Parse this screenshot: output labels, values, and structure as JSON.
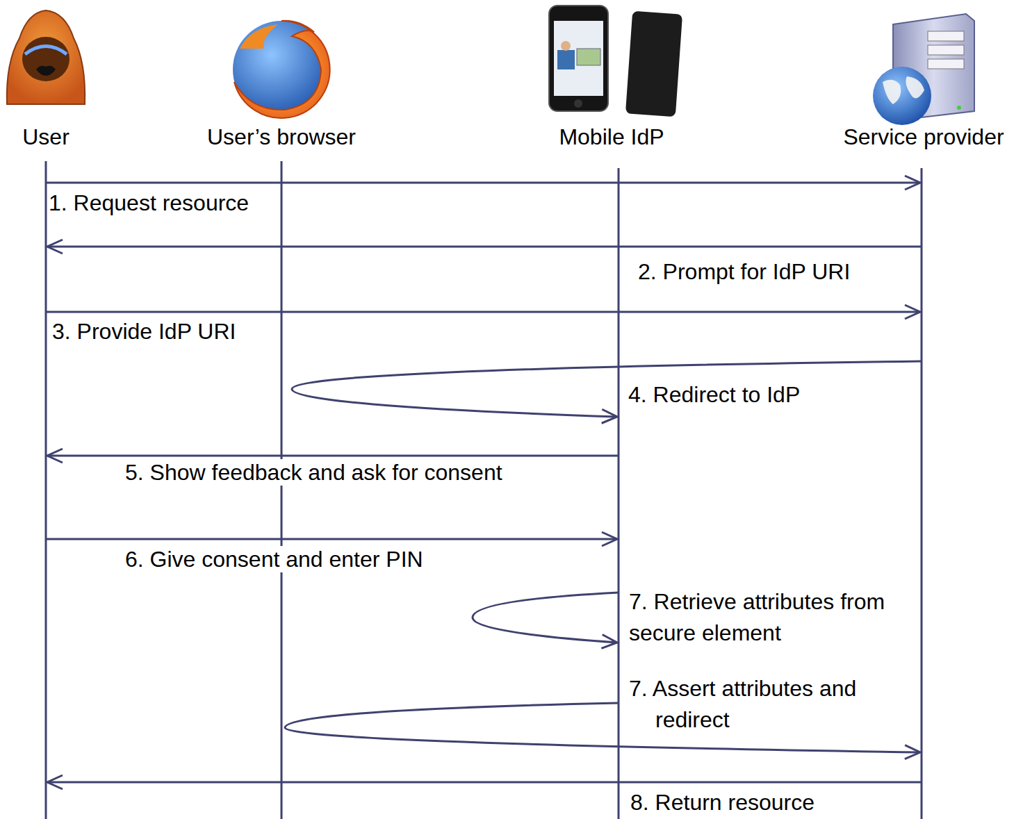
{
  "diagram": {
    "nodes": [
      {
        "text": [
          "User"
        ]
      },
      {
        "text": [
          "User’s browser"
        ]
      },
      {
        "text": [
          "Mobile IdP"
        ]
      },
      {
        "text": [
          "Service provider"
        ]
      }
    ],
    "edges": [
      {
        "from": 0,
        "to": 3,
        "arrow": "to",
        "label": "1. Request resource"
      },
      {
        "from": 3,
        "to": 0,
        "arrow": "to",
        "label": "2. Prompt for IdP URI"
      },
      {
        "from": 0,
        "to": 3,
        "arrow": "to",
        "label": "3. Provide IdP URI"
      },
      {
        "from": 3,
        "to": 2,
        "arrow": "to",
        "label": "4. Redirect to IdP"
      },
      {
        "from": 2,
        "to": 0,
        "arrow": "to",
        "label": "5. Show feedback and ask for consent"
      },
      {
        "from": 0,
        "to": 2,
        "arrow": "to",
        "label": "6. Give consent and enter PIN"
      },
      {
        "from": 2,
        "to": 2,
        "arrow": "to",
        "label": "7. Retrieve attributes from secure element"
      },
      {
        "from": 2,
        "to": 3,
        "arrow": "to",
        "label": "7. Assert attributes and redirect"
      },
      {
        "from": 3,
        "to": 0,
        "arrow": "to",
        "label": "8. Return resource"
      }
    ]
  }
}
